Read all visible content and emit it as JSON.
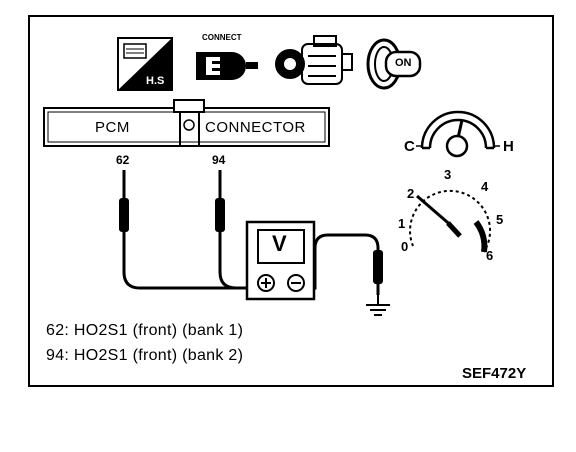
{
  "connector": {
    "left_label": "PCM",
    "right_label": "CONNECTOR",
    "pins": [
      "62",
      "94"
    ]
  },
  "icons": [
    {
      "name": "hot-start-icon",
      "caption": "H.S"
    },
    {
      "name": "connect-icon",
      "caption": "CONNECT"
    },
    {
      "name": "engine-icon",
      "caption": ""
    },
    {
      "name": "ignition-key-icon",
      "caption": "ON"
    }
  ],
  "meter": {
    "label": "V",
    "plus": "⊕",
    "minus": "⊖"
  },
  "temperature_gauge": {
    "cold": "C",
    "hot": "H"
  },
  "tachometer": {
    "scale": [
      "0",
      "1",
      "2",
      "3",
      "4",
      "5",
      "6"
    ]
  },
  "notes": [
    "62: HO2S1 (front) (bank 1)",
    "94: HO2S1 (front) (bank 2)"
  ],
  "figure_code": "SEF472Y"
}
